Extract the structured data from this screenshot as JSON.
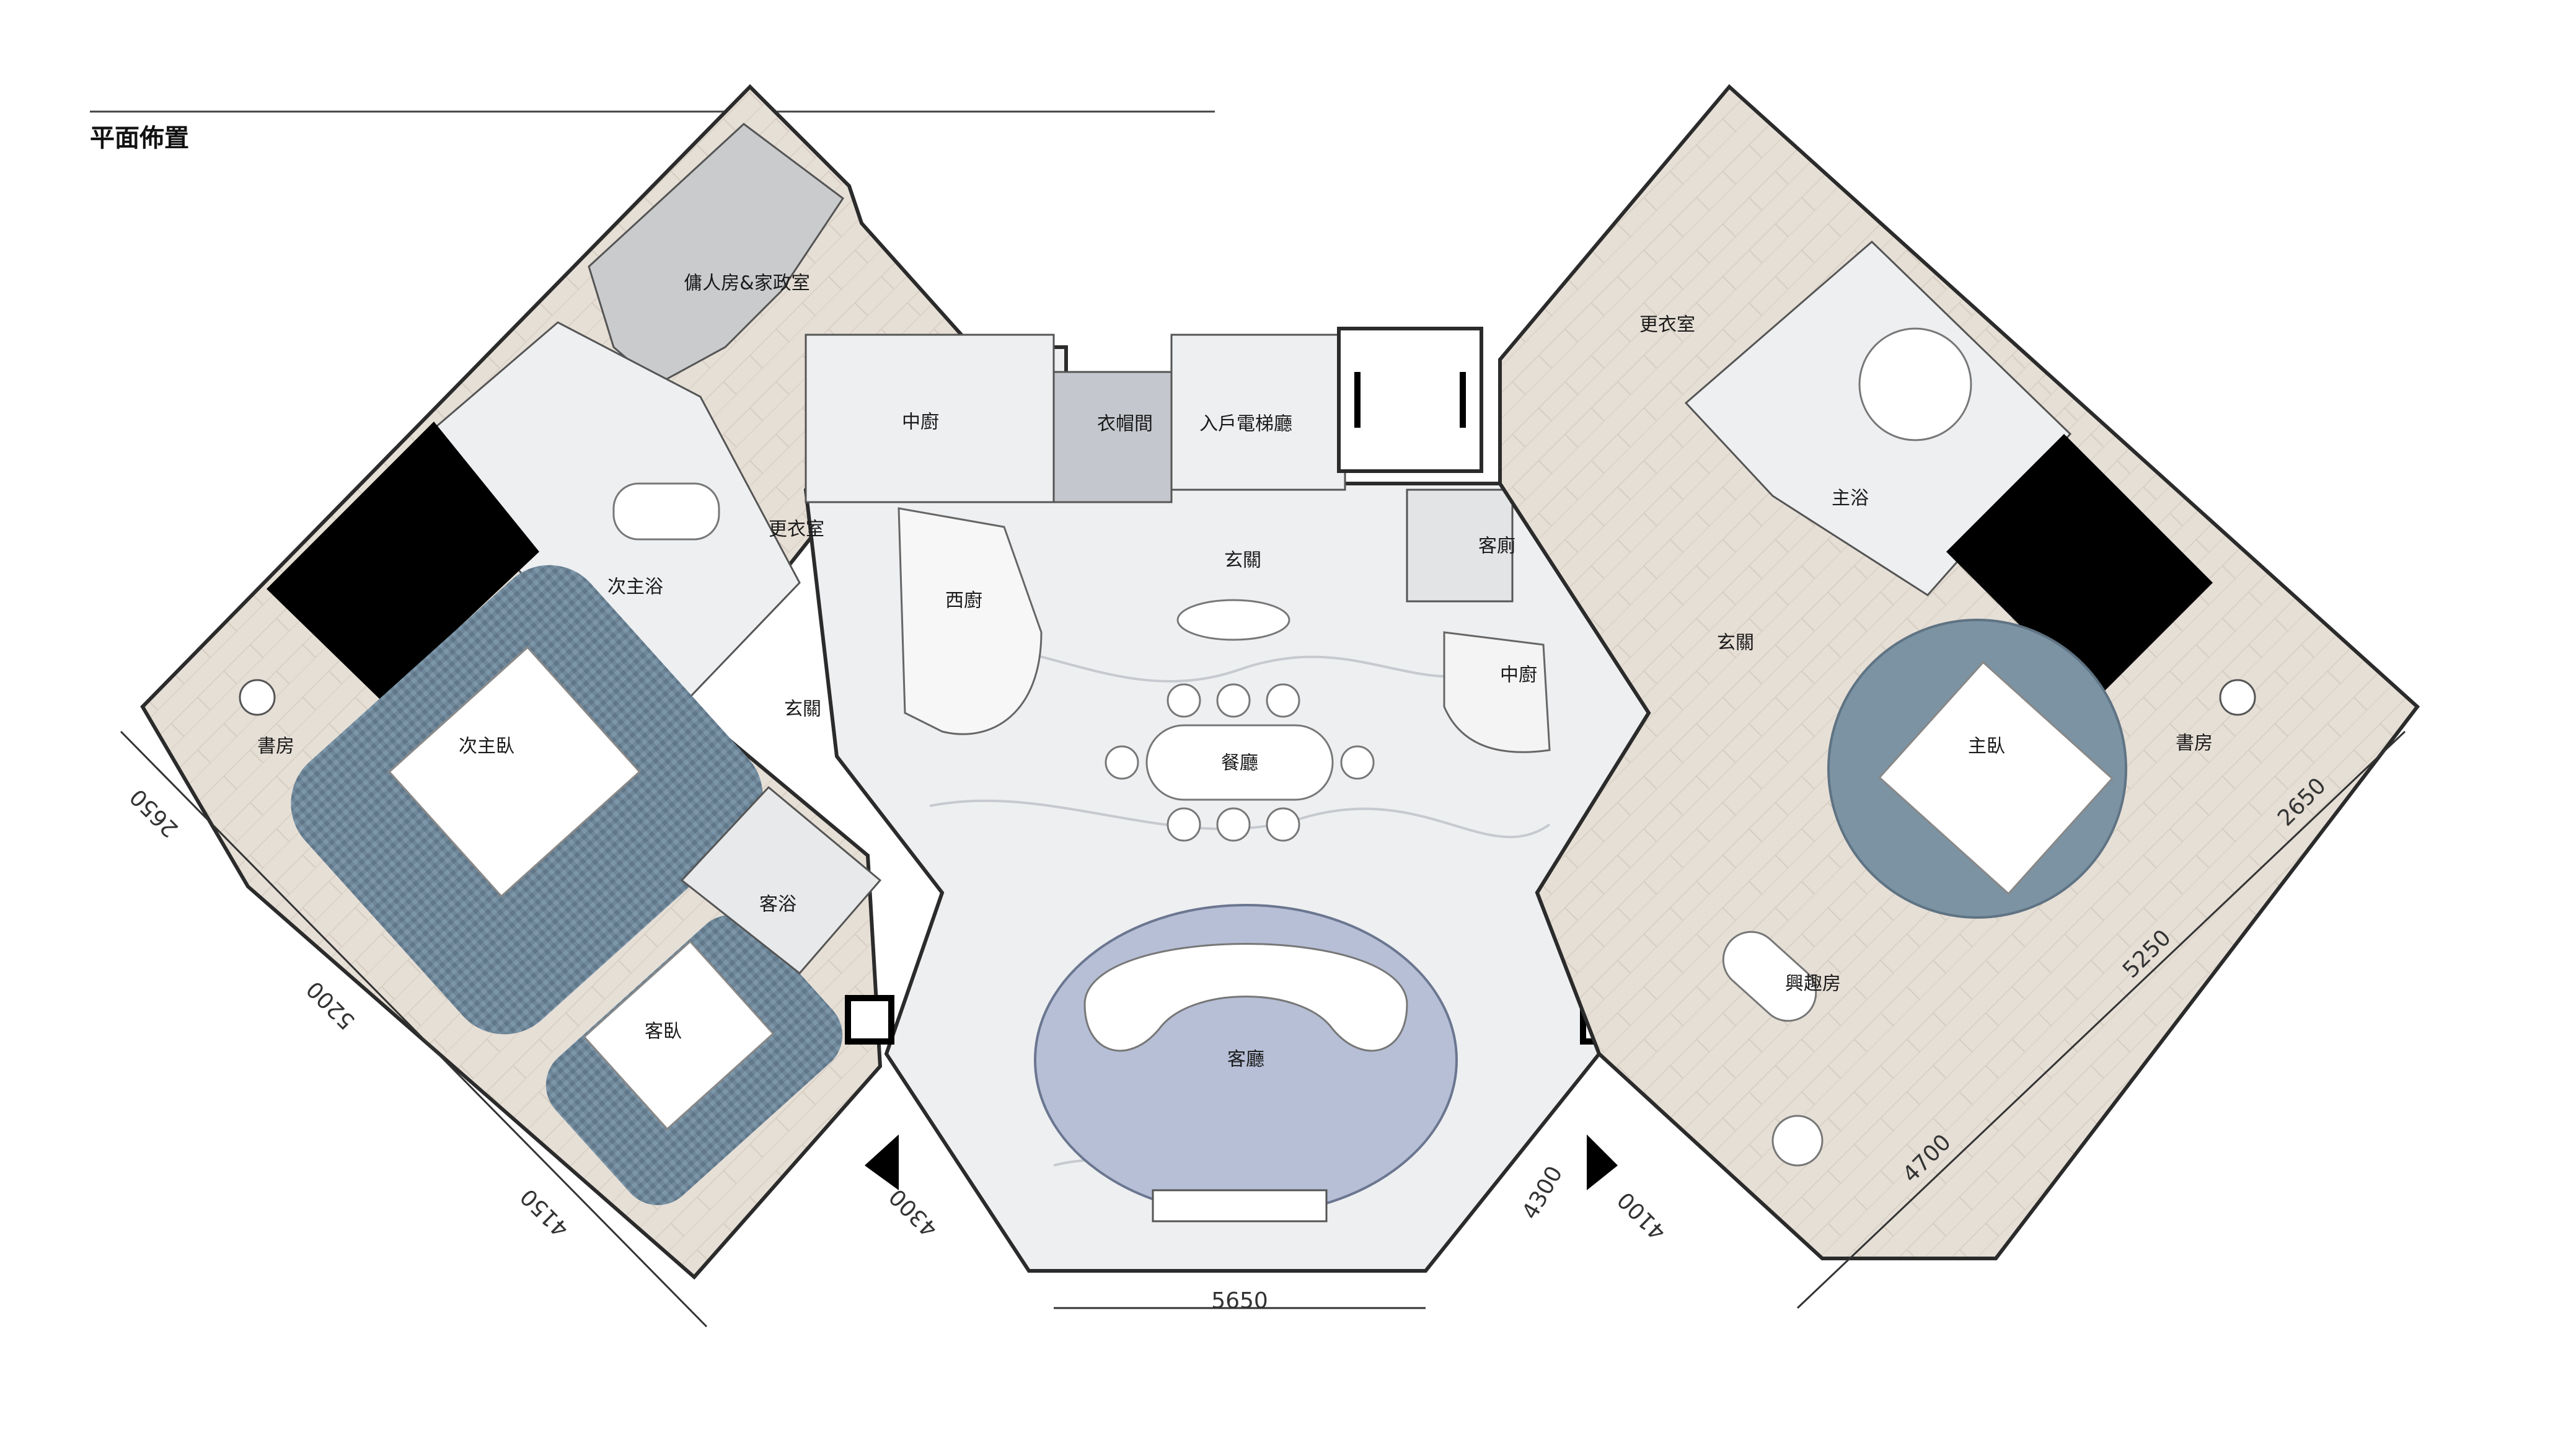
{
  "title": "平面佈置",
  "colors": {
    "marble": "#eeeff1",
    "marble_vein": "#c6cad0",
    "wood": "#e6dfd6",
    "wood_line": "#d3cabe",
    "rug_blue": "#6f8799",
    "rug_blue_light": "#a9bccb",
    "rug_lavender": "#b6bfd6",
    "wall": "#2b2b2b",
    "black_block": "#000000",
    "grey_floor": "#c9cbcd"
  },
  "rooms": {
    "servant_room": "傭人房&家政室",
    "middle_kitchen_left": "中廚",
    "cloakroom": "衣帽間",
    "elevator_lobby": "入戶電梯廳",
    "walkin_closet_right": "更衣室",
    "master_bath": "主浴",
    "walkin_closet_left": "更衣室",
    "second_master_bath": "次主浴",
    "western_kitchen": "西廚",
    "foyer_center": "玄關",
    "guest_toilet": "客廁",
    "middle_kitchen_right": "中廚",
    "foyer_right": "玄關",
    "study_left": "書房",
    "second_master_bedroom": "次主臥",
    "foyer_left": "玄關",
    "dining_room": "餐廳",
    "master_bedroom": "主臥",
    "study_right": "書房",
    "guest_bath": "客浴",
    "hobby_room": "興趣房",
    "guest_bedroom": "客臥",
    "living_room": "客廳"
  },
  "dimensions": {
    "left_a": "2650",
    "left_b": "5200",
    "left_c": "4150",
    "left_d": "4300",
    "bottom": "5650",
    "right_d": "4300",
    "right_c": "4100",
    "right_b": "4700",
    "right_a": "5250",
    "right_top": "2650"
  }
}
